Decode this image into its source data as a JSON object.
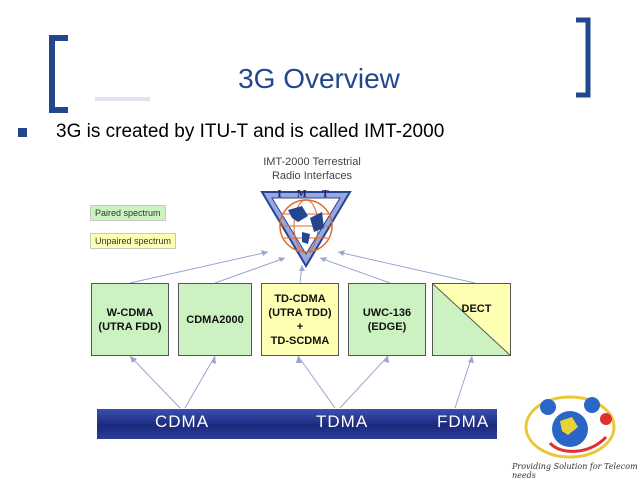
{
  "slide": {
    "title": "3G Overview",
    "bullet": "3G is created by ITU-T and is called IMT-2000"
  },
  "itu": {
    "caption_line1": "IMT-2000 Terrestrial",
    "caption_line2": "Radio Interfaces",
    "emblem_letters": "I M T"
  },
  "legend": {
    "paired": "Paired spectrum",
    "unpaired": "Unpaired spectrum"
  },
  "interfaces": [
    {
      "line1": "W-CDMA",
      "line2": "(UTRA FDD)"
    },
    {
      "line1": "CDMA2000"
    },
    {
      "line1": "TD-CDMA",
      "line2": "(UTRA TDD)",
      "line3": "+",
      "line4": "TD-SCDMA"
    },
    {
      "line1": "UWC-136",
      "line2": "(EDGE)"
    },
    {
      "line1": "DECT"
    }
  ],
  "access_band": {
    "cdma": "CDMA",
    "tdma": "TDMA",
    "fdma": "FDMA"
  },
  "logo": {
    "tagline": "Providing Solution for Telecom needs"
  },
  "colors": {
    "title": "#23478f",
    "paired_fill": "#ccf2c2",
    "unpaired_fill": "#ffffb3",
    "band": "#1b2a7d"
  }
}
